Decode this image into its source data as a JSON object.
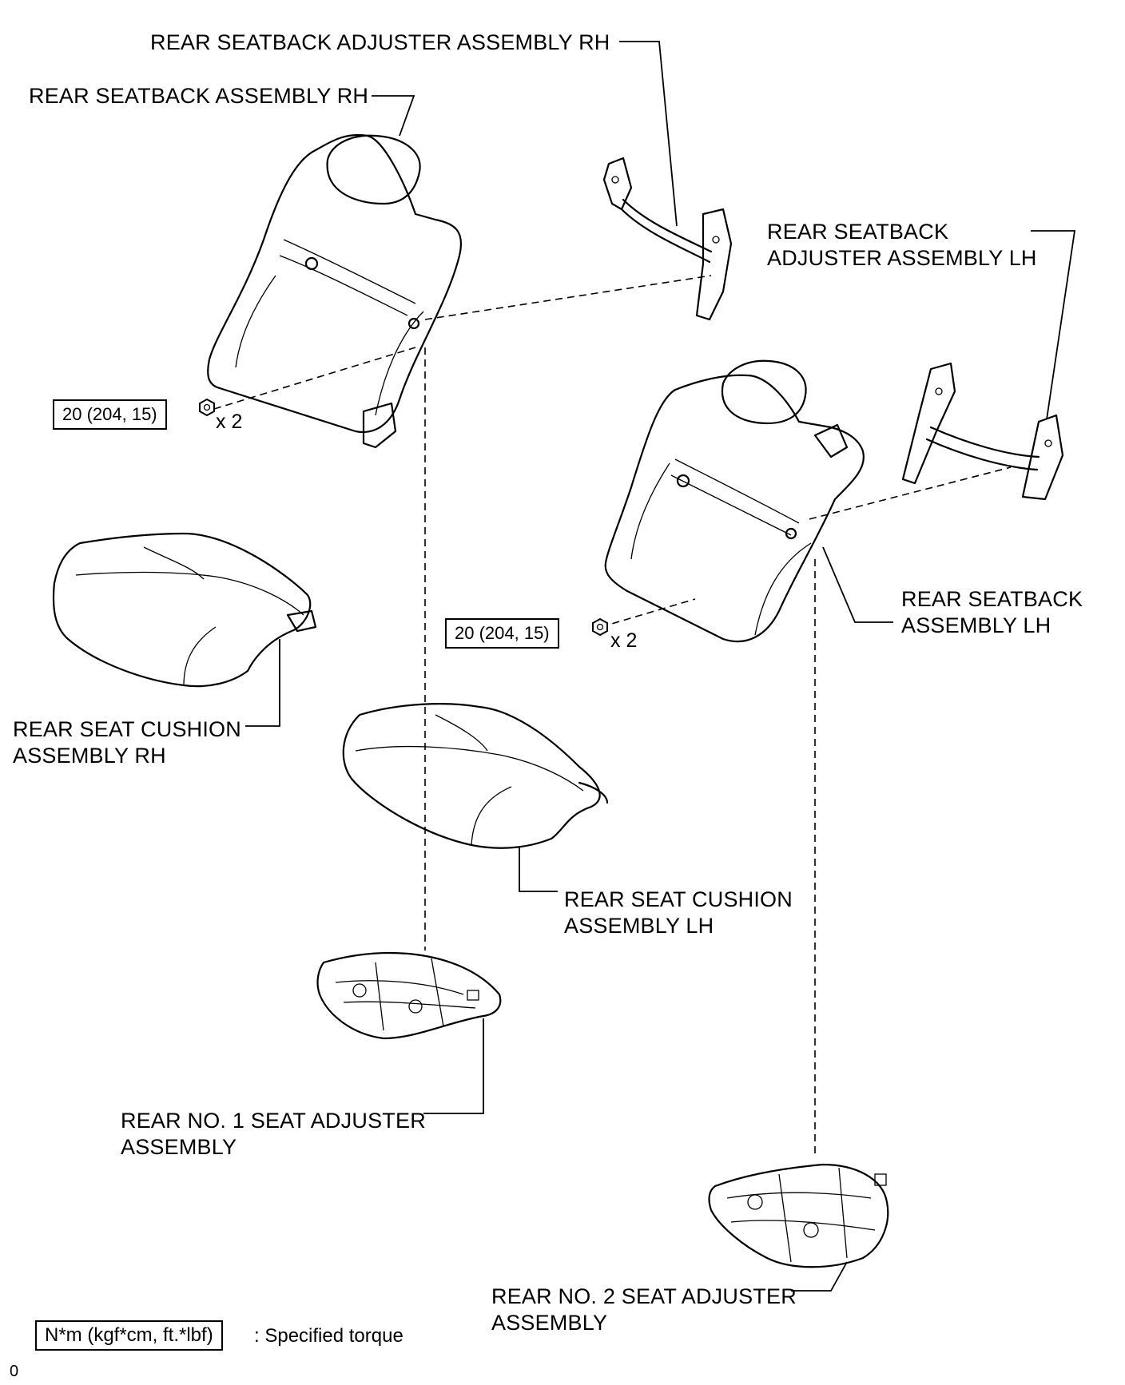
{
  "labels": {
    "adjuster_rh": "REAR SEATBACK ADJUSTER ASSEMBLY RH",
    "seatback_rh": "REAR SEATBACK ASSEMBLY RH",
    "adjuster_lh_line1": "REAR SEATBACK",
    "adjuster_lh_line2": "ADJUSTER ASSEMBLY LH",
    "seatback_lh_line1": "REAR SEATBACK",
    "seatback_lh_line2": "ASSEMBLY LH",
    "cushion_rh_line1": "REAR SEAT CUSHION",
    "cushion_rh_line2": "ASSEMBLY RH",
    "cushion_lh_line1": "REAR SEAT CUSHION",
    "cushion_lh_line2": "ASSEMBLY LH",
    "seat_adjuster_1_line1": "REAR NO. 1 SEAT ADJUSTER",
    "seat_adjuster_1_line2": "ASSEMBLY",
    "seat_adjuster_2_line1": "REAR NO. 2 SEAT ADJUSTER",
    "seat_adjuster_2_line2": "ASSEMBLY"
  },
  "torque_specs": [
    {
      "value": "20 (204, 15)",
      "quantity": "x 2"
    },
    {
      "value": "20 (204, 15)",
      "quantity": "x 2"
    }
  ],
  "legend": {
    "unit_box": "N*m (kgf*cm, ft.*lbf)",
    "description": ": Specified torque"
  },
  "figure_id": "0"
}
